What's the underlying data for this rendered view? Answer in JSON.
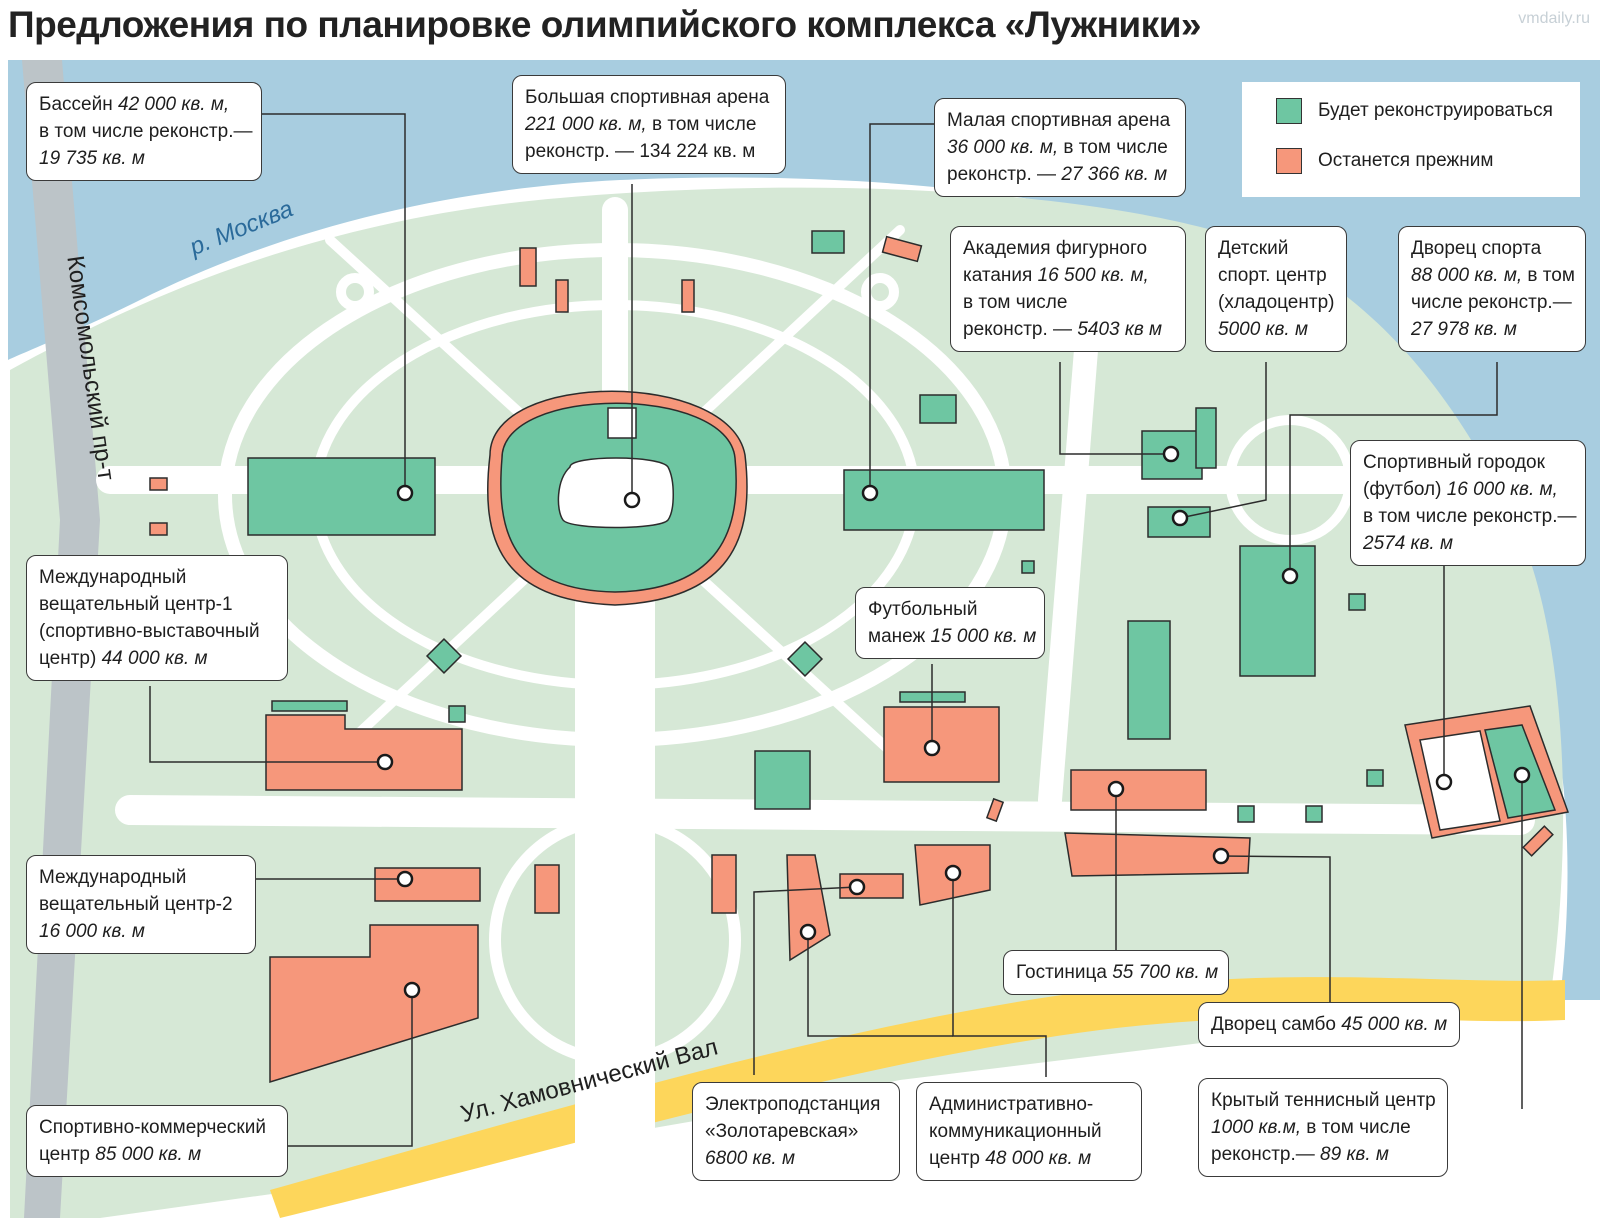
{
  "title": "Предложения по планировке олимпийского комплекса «Лужники»",
  "source": "vmdaily.ru",
  "colors": {
    "water": "#a8cde0",
    "park": "#d6e8d6",
    "paths": "#ffffff",
    "road": "#bcc4c8",
    "highway": "#fdd65b",
    "reconstruct": "#6ec6a2",
    "unchanged": "#f6977b",
    "outline": "#2c2c2c"
  },
  "legend": {
    "reconstruct": "Будет реконструироваться",
    "unchanged": "Останется прежним"
  },
  "map_labels": {
    "river": "р. Москва",
    "avenue": "Комсомольский пр-т",
    "street": "Ул. Хамовнический Вал"
  },
  "facilities": [
    {
      "id": "pool",
      "lines": [
        "Бассейн |42 000 кв. м,",
        "в том числе реконстр.—",
        "|19 735 кв. м"
      ]
    },
    {
      "id": "big-arena",
      "lines": [
        "Большая спортивная арена",
        "|221 000 кв. м,| в том числе",
        "реконстр. — 134 224 кв. м"
      ]
    },
    {
      "id": "small-arena",
      "lines": [
        "Малая спортивная арена",
        "|36 000 кв. м,| в том числе",
        "реконстр. — |27 366 кв. м"
      ]
    },
    {
      "id": "figure-skating",
      "lines": [
        "Академия фигурного",
        "катания |16 500 кв. м,",
        "в том числе",
        "реконстр. — |5403 кв м"
      ]
    },
    {
      "id": "kids-center",
      "lines": [
        "Детский",
        "спорт. центр",
        "(хладоцентр)",
        "|5000 кв. м"
      ]
    },
    {
      "id": "sport-palace",
      "lines": [
        "Дворец спорта",
        "|88 000 кв. м,| в том",
        "числе реконстр.—",
        "|27 978 кв. м"
      ]
    },
    {
      "id": "sport-town",
      "lines": [
        "Спортивный городок",
        "(футбол) |16 000 кв. м,",
        "в том числе реконстр.—",
        "|2574 кв. м"
      ]
    },
    {
      "id": "ibc-1",
      "lines": [
        "Международный",
        "вещательный центр-1",
        "(спортивно-выставочный",
        "центр) |44 000 кв. м"
      ]
    },
    {
      "id": "football-manege",
      "lines": [
        "Футбольный",
        "манеж |15 000 кв. м"
      ]
    },
    {
      "id": "ibc-2",
      "lines": [
        "Международный",
        "вещательный центр-2",
        "|16 000 кв. м"
      ]
    },
    {
      "id": "hotel",
      "lines": [
        "Гостиница |55 700 кв. м"
      ]
    },
    {
      "id": "sambo-palace",
      "lines": [
        "Дворец самбо |45 000 кв. м"
      ]
    },
    {
      "id": "commercial-center",
      "lines": [
        "Спортивно-коммерческий",
        "центр |85 000 кв. м"
      ]
    },
    {
      "id": "substation",
      "lines": [
        "Электроподстанция",
        "«Золотаревская»",
        "|6800 кв. м"
      ]
    },
    {
      "id": "admin-center",
      "lines": [
        "Административно-",
        "коммуникационный",
        "центр |48 000 кв. м"
      ]
    },
    {
      "id": "tennis-center",
      "lines": [
        "Крытый теннисный центр",
        "|1000 кв.м,| в том числе",
        "реконстр.— |89 кв. м"
      ]
    }
  ]
}
